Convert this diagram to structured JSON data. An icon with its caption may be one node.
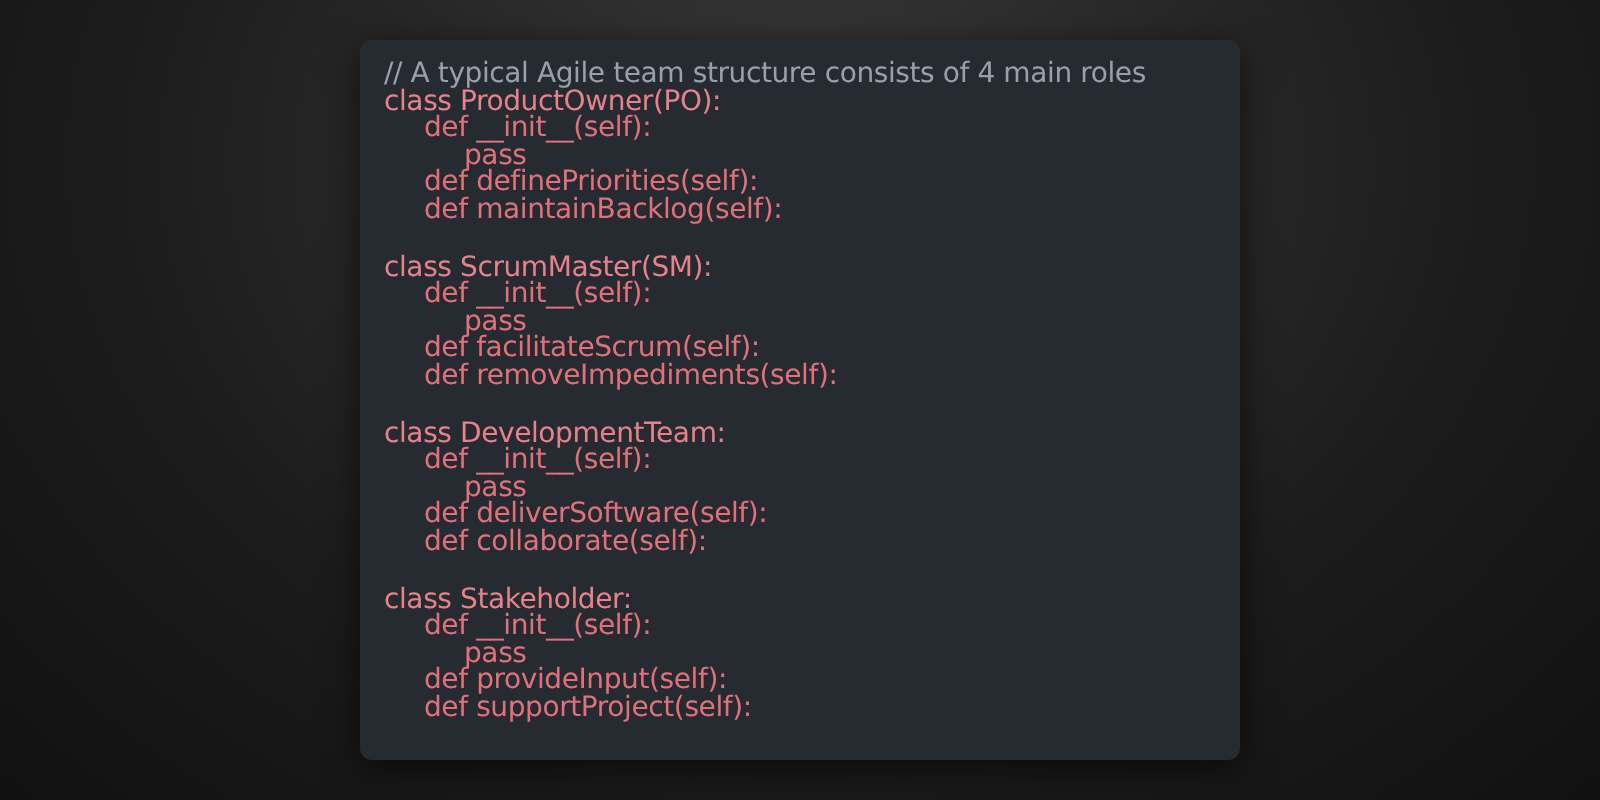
{
  "diagram": {
    "labels": [
      "// A typical Agile team structure consists of 4 main roles",
      "class ProductOwner(PO):",
      "def __init__(self):",
      "pass",
      "def definePriorities(self):",
      "def maintainBacklog(self):",
      "class ScrumMaster(SM):",
      "def __init__(self):",
      "pass",
      "def facilitateScrum(self):",
      "def removeImpediments(self):",
      "class DevelopmentTeam:",
      "def __init__(self):",
      "pass",
      "def deliverSoftware(self):",
      "def collaborate(self):",
      "class Stakeholder:",
      "def __init__(self):",
      "pass",
      "def provideInput(self):",
      "def supportProject(self):"
    ]
  }
}
